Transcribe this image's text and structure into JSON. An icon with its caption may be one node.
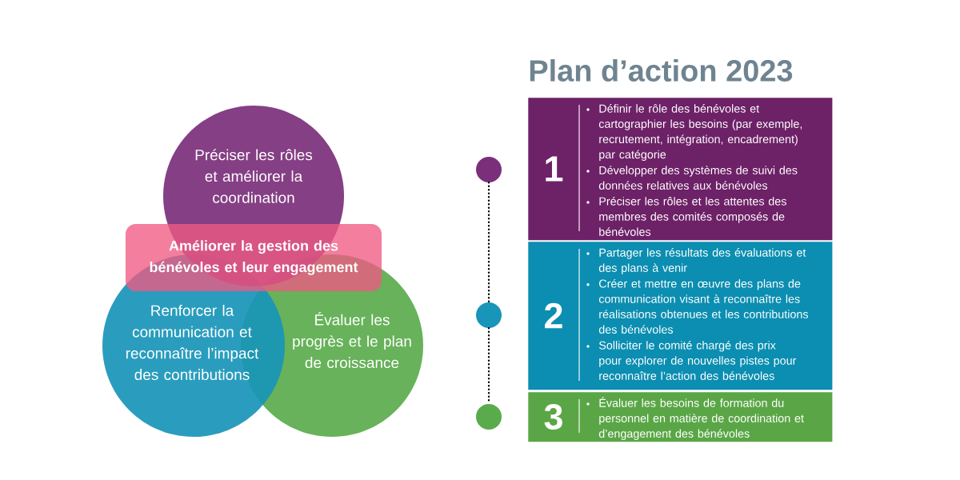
{
  "diagram": {
    "title": "Plan d’action 2023",
    "nodes": [
      {
        "text": [
          "Préciser les rôles et améliorer la coordination"
        ]
      },
      {
        "text": [
          "Renforcer la communication et reconnaître l’impact des contributions"
        ]
      },
      {
        "text": [
          "Évaluer les progrès et le plan de croissance"
        ]
      },
      {
        "text": [
          "Améliorer la gestion des bénévoles et leur engagement"
        ]
      },
      {
        "text": [],
        "shape": "circle"
      },
      {
        "text": [],
        "shape": "circle"
      },
      {
        "text": [],
        "shape": "circle"
      },
      {
        "text": [
          "1",
          "Définir le rôle des bénévoles et cartographier les besoins (par exemple, recrutement, intégration, encadrement) par catégorie",
          "Développer des systèmes de suivi des données relatives aux bénévoles",
          "Préciser les rôles et les attentes des membres des comités composés de bénévoles"
        ]
      },
      {
        "text": [
          "2",
          "Partager les résultats des évaluations et des plans à venir",
          "Créer et mettre en œuvre des plans de communication visant à reconnaître les réalisations obtenues et les contributions des bénévoles",
          "Solliciter le comité chargé des prix pour explorer de nouvelles pistes pour reconnaître l’action des bénévoles"
        ]
      },
      {
        "text": [
          "3",
          "Évaluer les besoins de formation du personnel en matière de coordination et d’engagement des bénévoles"
        ]
      }
    ],
    "edges": [
      {
        "from": 4,
        "to": 5,
        "arrow": "none",
        "style": "dashed"
      },
      {
        "from": 5,
        "to": 6,
        "arrow": "none",
        "style": "dashed"
      }
    ]
  }
}
